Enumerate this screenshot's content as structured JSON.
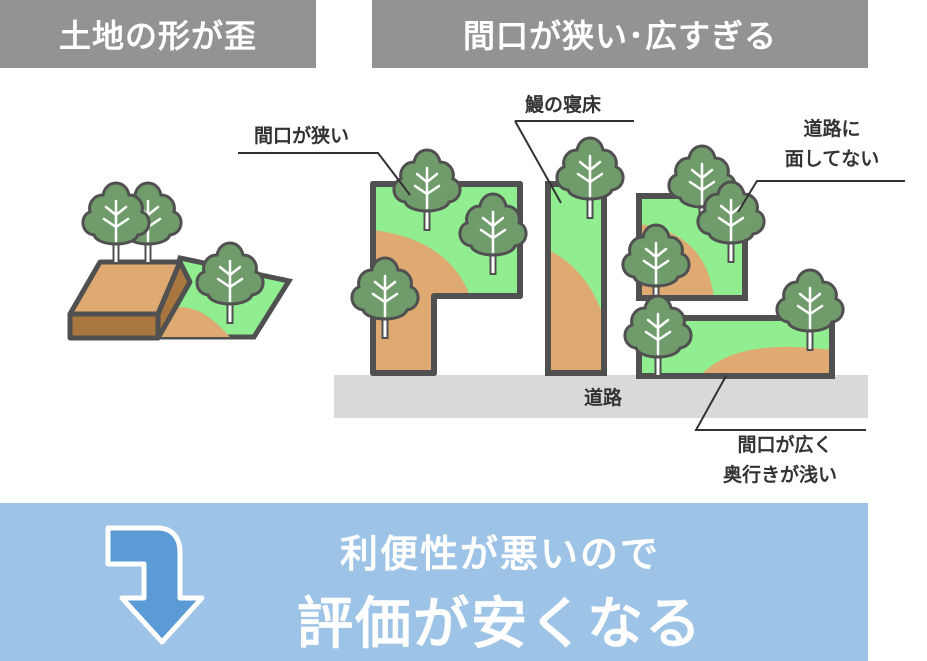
{
  "headers": {
    "left": "土地の形が歪",
    "right": "間口が狭い･広すぎる"
  },
  "labels": {
    "narrow_frontage": "間口が狭い",
    "eel_bed": "鰻の寝床",
    "no_road_line1": "道路に",
    "no_road_line2": "面してない",
    "road": "道路",
    "wide_line1": "間口が広く",
    "wide_line2": "奥行きが浅い"
  },
  "banner": {
    "line1": "利便性が悪いので",
    "line2": "評価が安くなる"
  },
  "colors": {
    "header_bg": "#939393",
    "banner_bg": "#9dc3e6",
    "grass": "#90ee90",
    "soil": "#deaa72",
    "outline": "#505050",
    "tree": "#6f9c6a",
    "road": "#d9d9d9",
    "arrow": "#5b9bd5"
  }
}
